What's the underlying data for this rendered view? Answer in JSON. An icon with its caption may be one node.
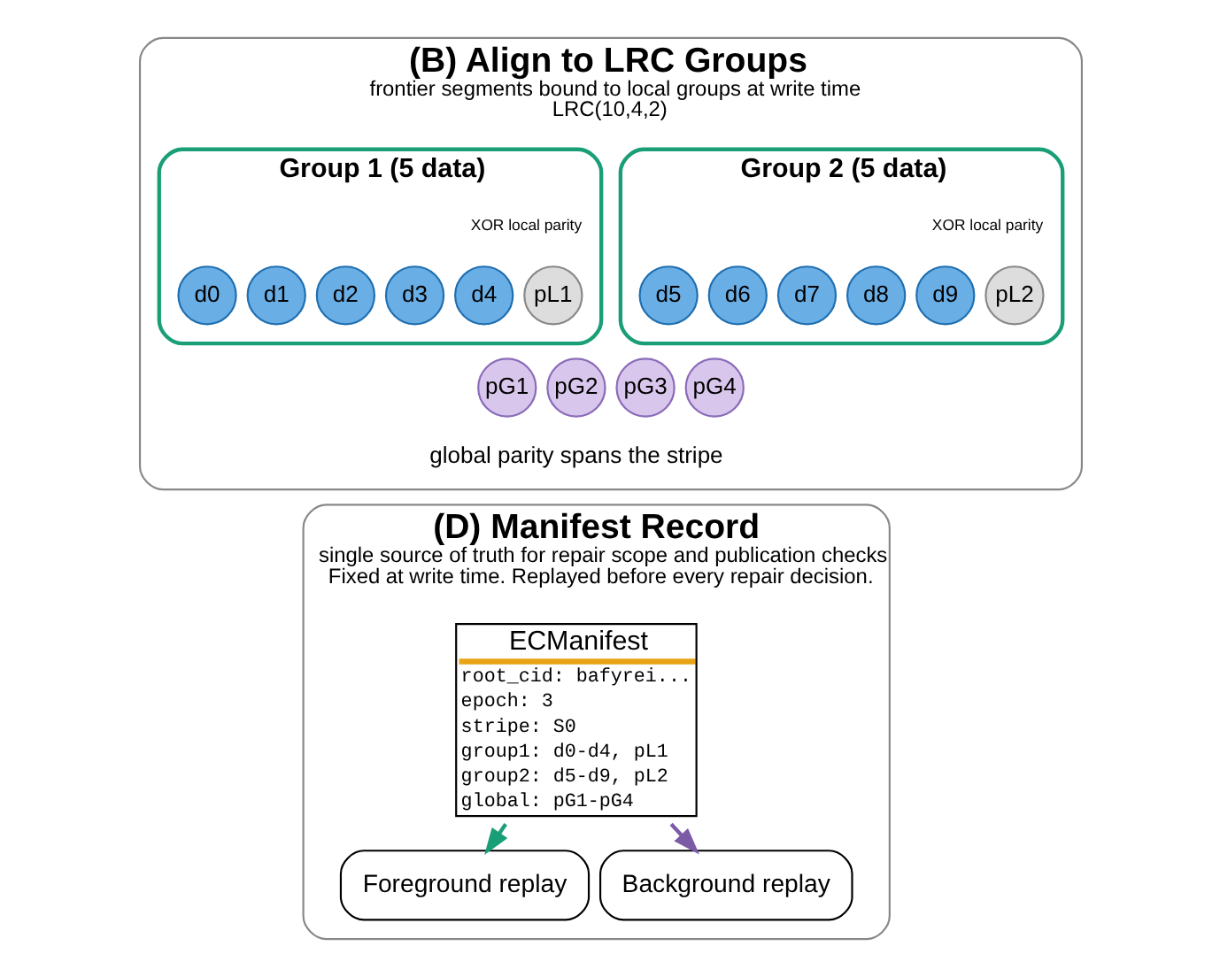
{
  "diagram": {
    "nodes": [
      {
        "text": [
          "(B) Align to LRC Groups",
          "frontier segments bound to local groups at write time",
          "LRC(10,4,2)"
        ]
      },
      {
        "text": [
          "Group 1 (5 data)"
        ],
        "in": 0
      },
      {
        "text": [
          "d0"
        ],
        "in": 1
      },
      {
        "text": [
          "d1"
        ],
        "in": 1
      },
      {
        "text": [
          "d2"
        ],
        "in": 1
      },
      {
        "text": [
          "d3"
        ],
        "in": 1
      },
      {
        "text": [
          "d4"
        ],
        "in": 1
      },
      {
        "text": [
          "pL1"
        ],
        "in": 1
      },
      {
        "text": [
          "Group 2 (5 data)"
        ],
        "in": 0
      },
      {
        "text": [
          "d5"
        ],
        "in": 8
      },
      {
        "text": [
          "d6"
        ],
        "in": 8
      },
      {
        "text": [
          "d7"
        ],
        "in": 8
      },
      {
        "text": [
          "d8"
        ],
        "in": 8
      },
      {
        "text": [
          "d9"
        ],
        "in": 8
      },
      {
        "text": [
          "pL2"
        ],
        "in": 8
      },
      {
        "text": [
          "pG1"
        ],
        "in": 0
      },
      {
        "text": [
          "pG2"
        ],
        "in": 0
      },
      {
        "text": [
          "pG3"
        ],
        "in": 0
      },
      {
        "text": [
          "pG4"
        ],
        "in": 0
      },
      {
        "text": [
          "(D) Manifest Record",
          "single source of truth for repair scope and publication checks",
          "Fixed at write time. Replayed before every repair decision."
        ]
      },
      {
        "text": [
          "ECManifest",
          "root_cid: bafyrei...",
          "epoch: 3",
          "stripe: S0",
          "group1: d0-d4, pL1",
          "group2: d5-d9, pL2",
          "global: pG1-pG4"
        ],
        "in": 19
      },
      {
        "text": [
          "Foreground replay"
        ],
        "in": 19
      },
      {
        "text": [
          "Background replay"
        ],
        "in": 19
      }
    ],
    "edges": [
      {
        "from": 20,
        "to": 21,
        "arrow": "to",
        "color": "#1a9e77"
      },
      {
        "from": 20,
        "to": 22,
        "arrow": "to",
        "color": "#7b5aa6"
      }
    ],
    "labels": [
      "XOR local parity",
      "XOR local parity",
      "global parity spans the stripe"
    ]
  }
}
